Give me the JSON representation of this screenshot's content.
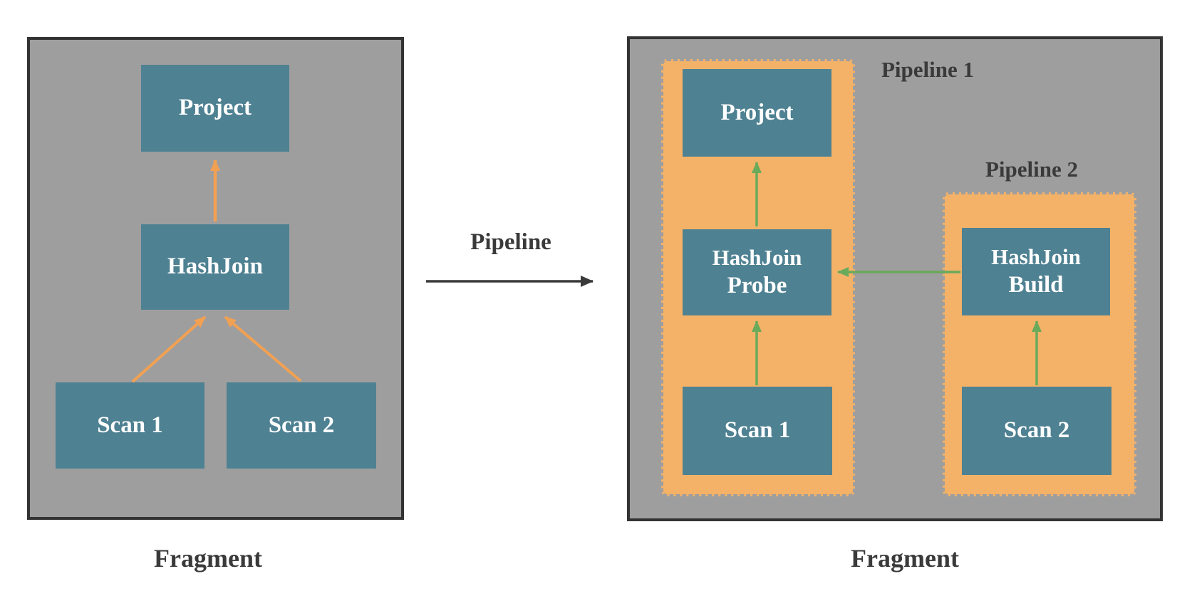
{
  "colors": {
    "fragment_bg": "#9e9e9e",
    "fragment_border": "#333333",
    "node_fill": "#4e8192",
    "node_text": "#ffffff",
    "pipeline_fill": "#f4b269",
    "orange_arrow": "#f2a152",
    "green_arrow": "#69aa5b",
    "dark_arrow": "#3a3a3a",
    "label_text": "#3a3a3a"
  },
  "left_fragment": {
    "label": "Fragment",
    "nodes": {
      "project": "Project",
      "hashjoin": "HashJoin",
      "scan1": "Scan 1",
      "scan2": "Scan 2"
    }
  },
  "transform": {
    "label": "Pipeline"
  },
  "right_fragment": {
    "label": "Fragment",
    "pipeline1": {
      "label": "Pipeline 1",
      "nodes": {
        "project": "Project",
        "hashjoin_probe_line1": "HashJoin",
        "hashjoin_probe_line2": "Probe",
        "scan1": "Scan 1"
      }
    },
    "pipeline2": {
      "label": "Pipeline 2",
      "nodes": {
        "hashjoin_build_line1": "HashJoin",
        "hashjoin_build_line2": "Build",
        "scan2": "Scan 2"
      }
    }
  }
}
